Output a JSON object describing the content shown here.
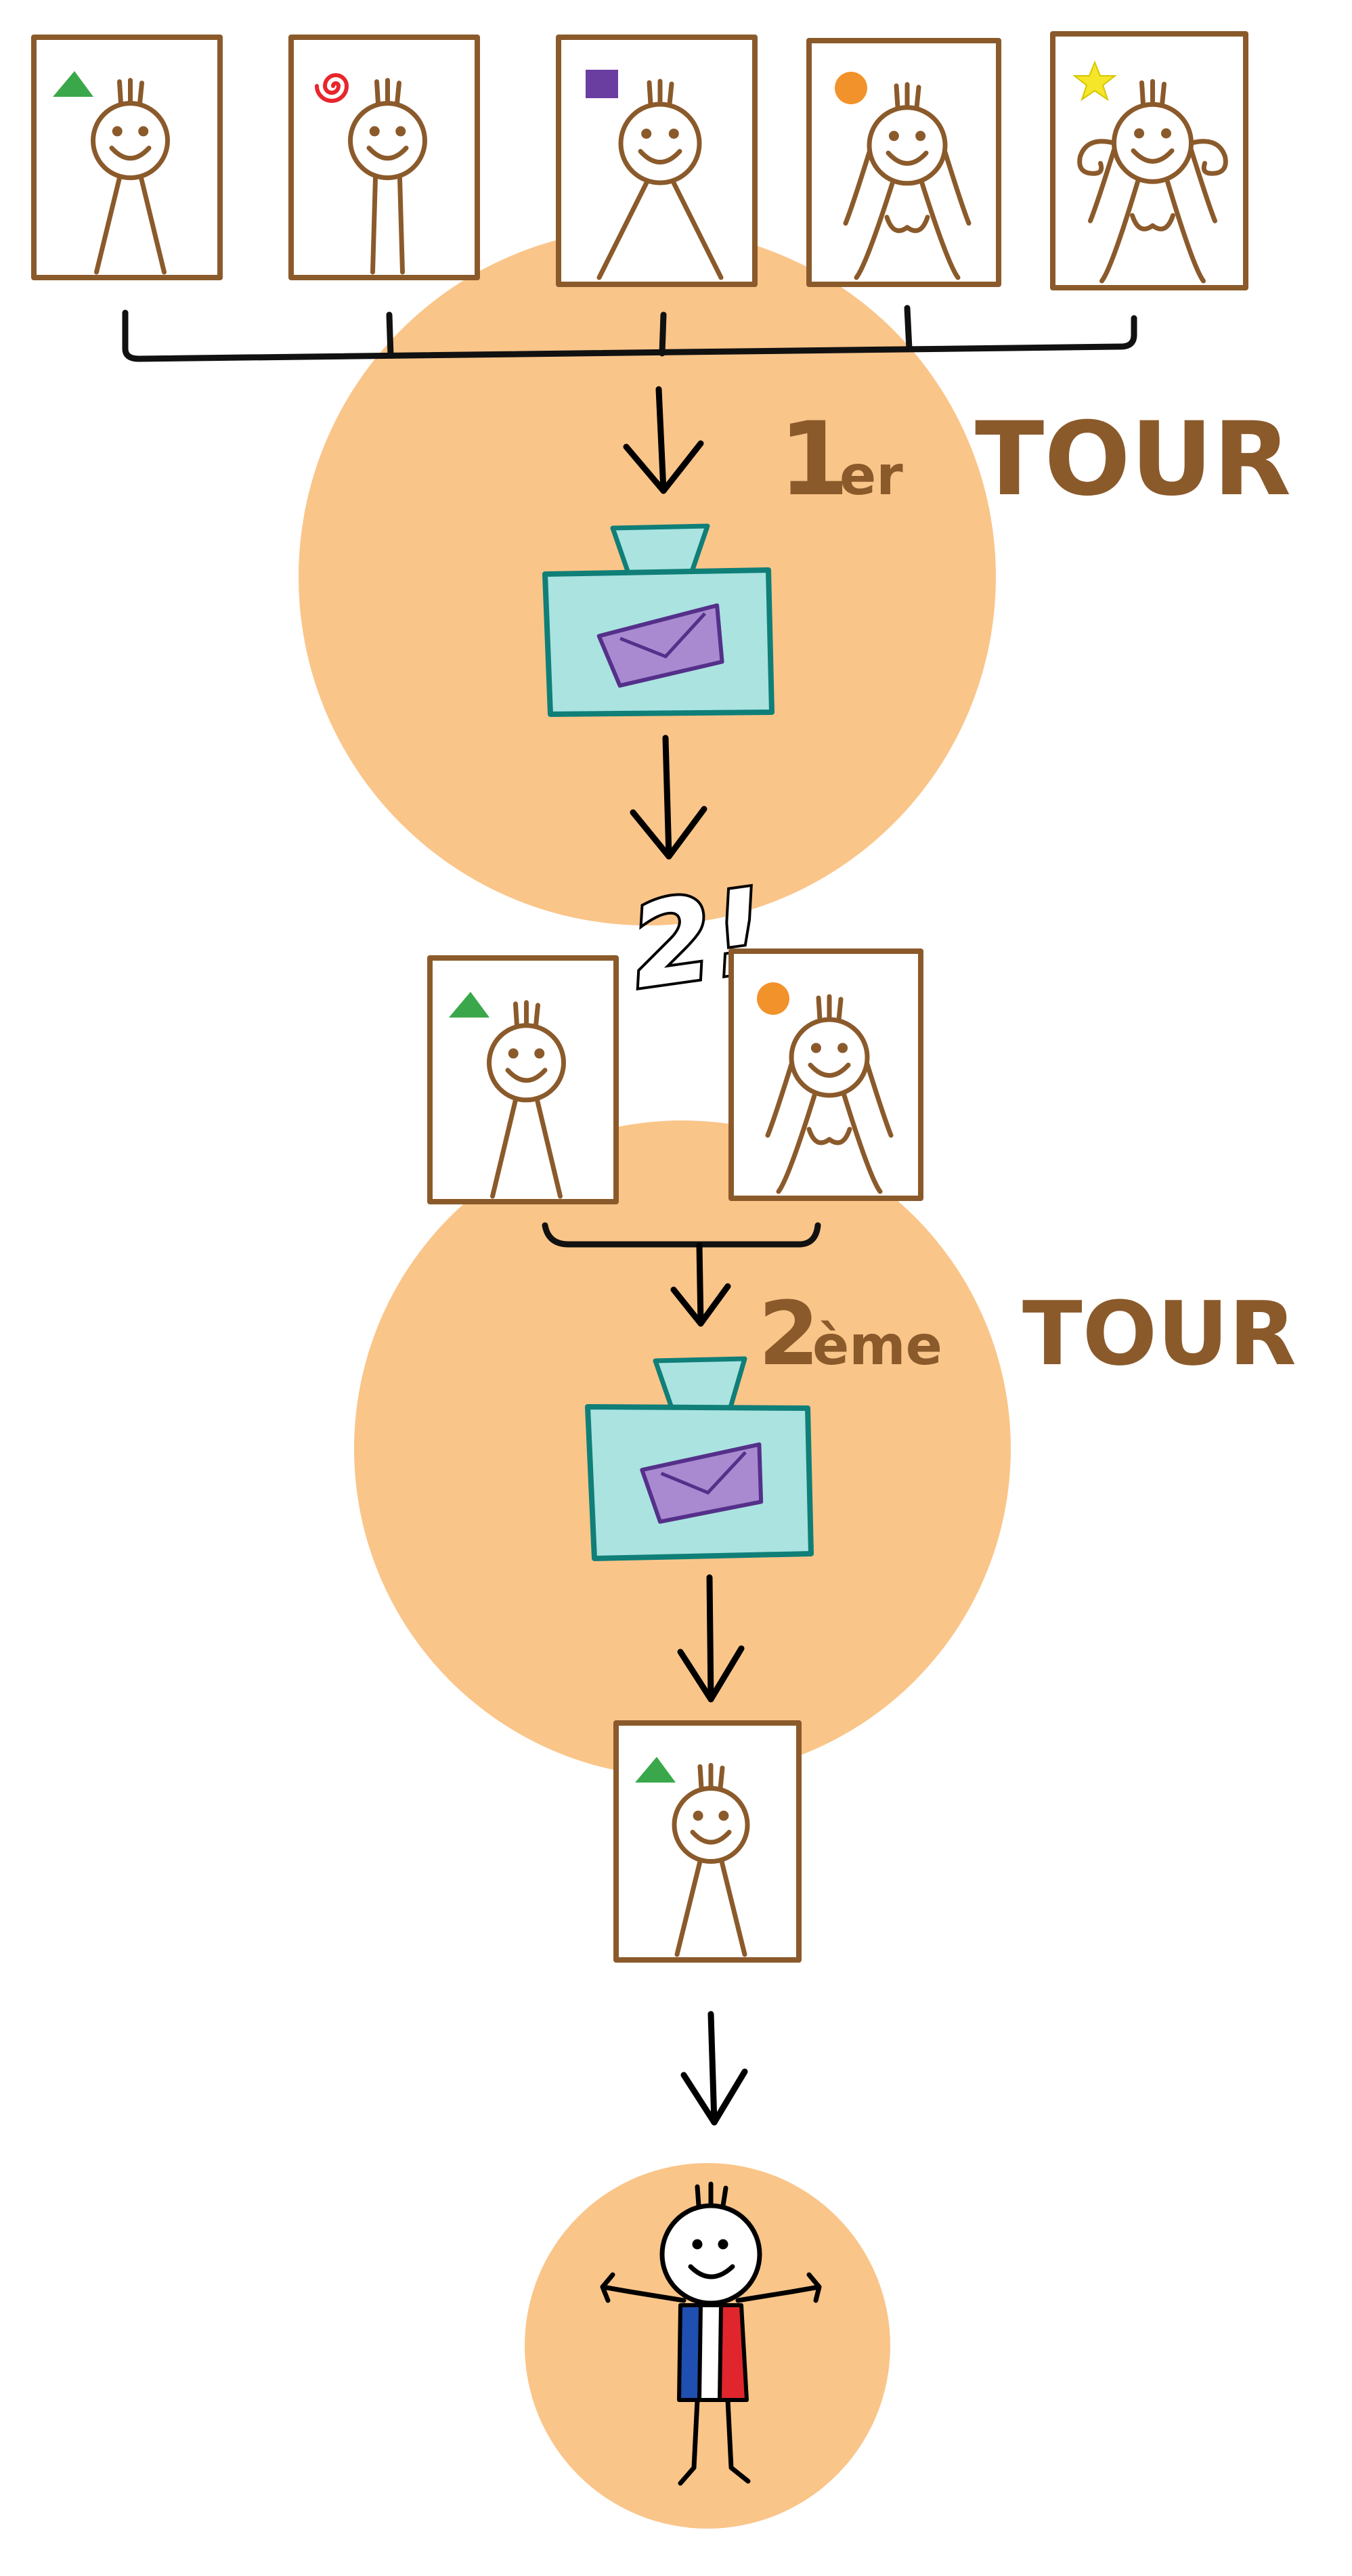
{
  "round1": {
    "number": "1",
    "suffix": "er",
    "word": "TOUR",
    "candidates": [
      {
        "symbol": "triangle",
        "color": "#3aa84a",
        "figure": "male"
      },
      {
        "symbol": "spiral",
        "color": "#e8262c",
        "figure": "male-thin"
      },
      {
        "symbol": "square",
        "color": "#6a3da0",
        "figure": "male-wide"
      },
      {
        "symbol": "circle",
        "color": "#f2922a",
        "figure": "female"
      },
      {
        "symbol": "star",
        "color": "#f5e629",
        "figure": "female-curly"
      }
    ]
  },
  "interjection": "2!",
  "round2": {
    "number": "2",
    "suffix": "ème",
    "word": "TOUR",
    "candidates": [
      {
        "symbol": "triangle",
        "color": "#3aa84a",
        "figure": "male"
      },
      {
        "symbol": "circle",
        "color": "#f2922a",
        "figure": "female"
      }
    ]
  },
  "winner": {
    "symbol": "triangle",
    "color": "#3aa84a",
    "figure": "male"
  },
  "president": {
    "sash_colors": [
      "#1f4fb0",
      "#ffffff",
      "#e0262c"
    ]
  },
  "colors": {
    "circle_fill": "#fac589",
    "frame": "#8b5a2b",
    "ballot_box": "#abe3e0",
    "ballot_box_stroke": "#0f7f78",
    "envelope": "#a98ad0",
    "envelope_stroke": "#55308a",
    "arrow": "#000000"
  }
}
